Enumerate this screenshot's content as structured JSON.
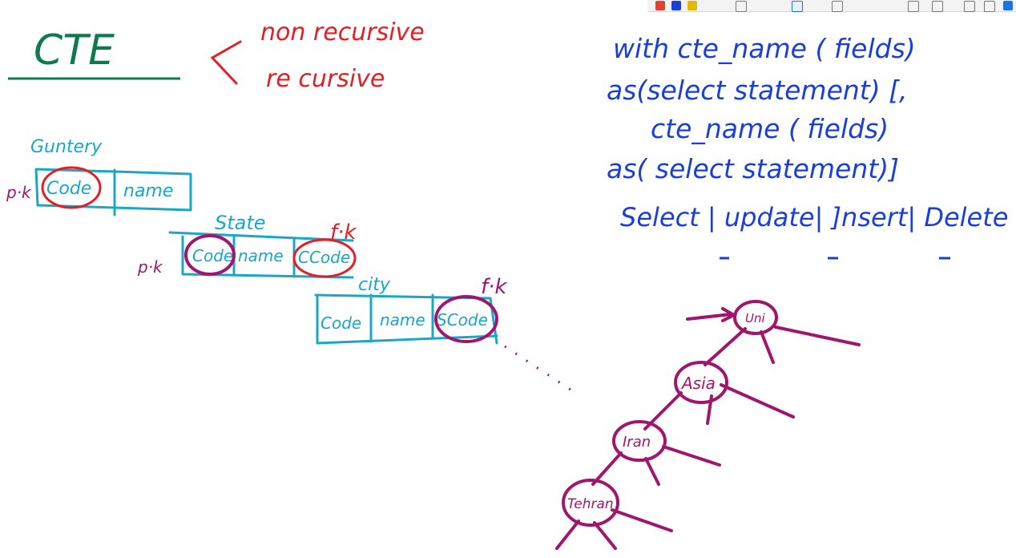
{
  "toolbar": {
    "icons": [
      "pen-color-icon",
      "highlighter-icon",
      "eraser-icon",
      "lasso-icon",
      "undo-icon",
      "redo-icon",
      "window-icon",
      "menu-icon",
      "minimize-icon",
      "maximize-icon",
      "close-icon"
    ],
    "accent": "#1a73e8"
  },
  "board": {
    "title": "CTE",
    "types": [
      "non recursive",
      "re cursive"
    ],
    "syntax": [
      "with cte_name ( fields)",
      "as(select statement) [,",
      "cte_name ( fields)",
      "as( select statement)]",
      "Select | update| ]nsert| Delete"
    ],
    "tables": {
      "country": {
        "name": "Guntery",
        "cols": [
          "Code",
          "name"
        ],
        "pk_label": "p·k"
      },
      "state": {
        "name": "State",
        "cols": [
          "Code",
          "name",
          "CCode"
        ],
        "pk_label": "p·k",
        "fk_label": "f·k"
      },
      "city": {
        "name": "city",
        "cols": [
          "Code",
          "name",
          "SCode"
        ],
        "fk_label": "f·k"
      }
    },
    "tree": {
      "nodes": [
        "Uni",
        "Asia",
        "Iran",
        "Tehran"
      ]
    }
  },
  "colors": {
    "green": "#0e7a4e",
    "red": "#e21e26",
    "blue": "#1a3fd9",
    "teal": "#1aa7c7",
    "magenta": "#a0166e"
  }
}
